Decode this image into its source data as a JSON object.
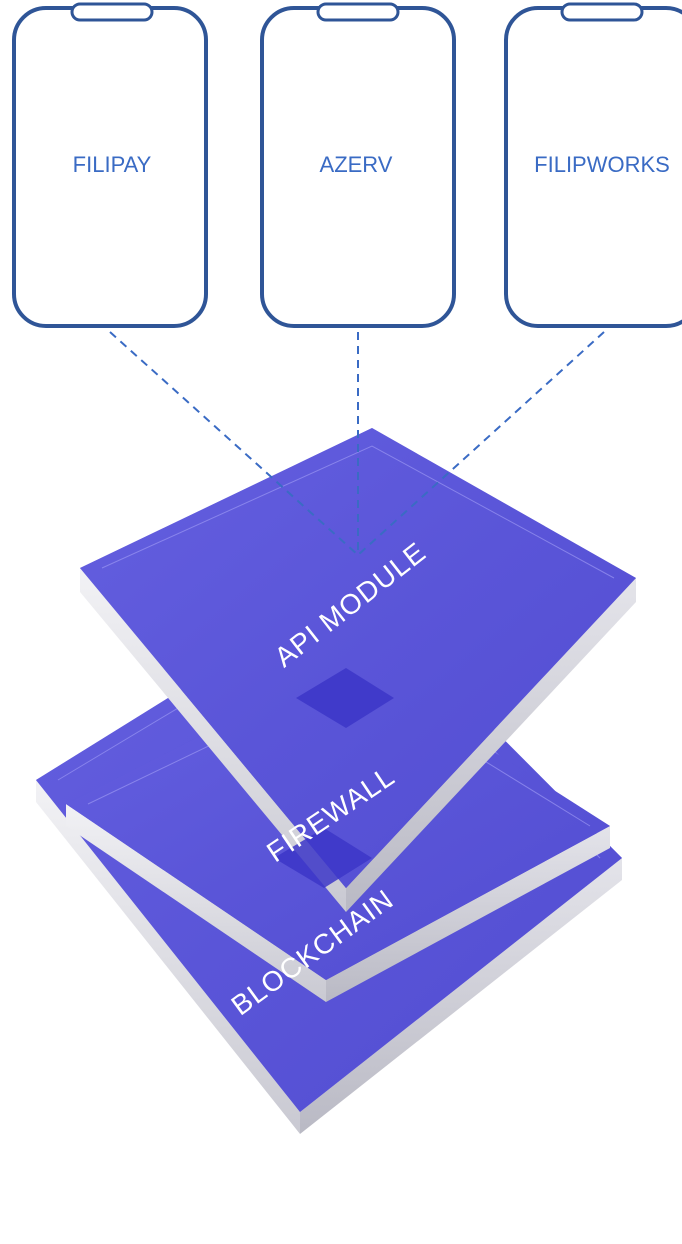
{
  "phones": [
    {
      "label": "FILIPAY"
    },
    {
      "label": "AZERV"
    },
    {
      "label": "FILIPWORKS"
    }
  ],
  "layers": [
    {
      "label": "API MODULE"
    },
    {
      "label": "FIREWALL"
    },
    {
      "label": "BLOCKCHAIN"
    }
  ],
  "colors": {
    "phone_stroke": "#2f5597",
    "phone_label": "#3a6bc4",
    "connector": "#3a6bc4",
    "layer_top": "#5a55d8",
    "layer_edge": "#d9d9e0",
    "layer_label": "#ffffff"
  }
}
